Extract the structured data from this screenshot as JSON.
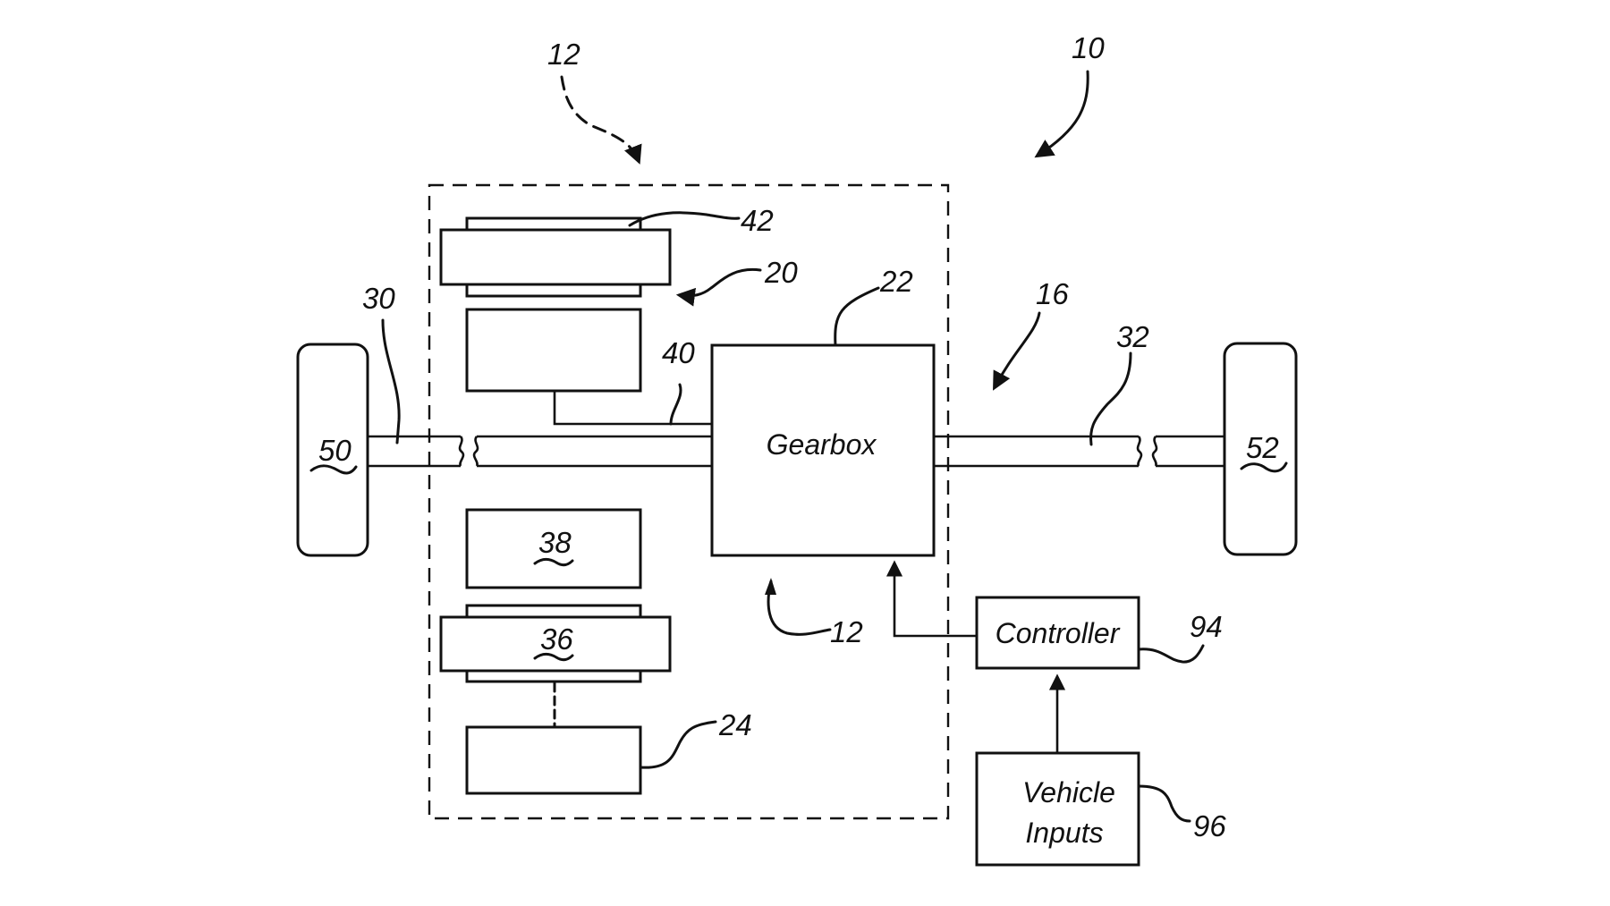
{
  "figure": {
    "system_ref": "10",
    "powertrain_ref": "12",
    "powertrain_ref_lower": "12",
    "axle_ref": "16",
    "machine_ref": "20",
    "gearbox_ref": "22",
    "component_24_ref": "24",
    "left_shaft_ref": "30",
    "right_shaft_ref": "32",
    "component_36_ref": "36",
    "component_38_ref": "38",
    "link_40_ref": "40",
    "component_42_ref": "42",
    "left_wheel_ref": "50",
    "right_wheel_ref": "52",
    "controller_ref": "94",
    "vehicle_inputs_ref": "96"
  },
  "blocks": {
    "gearbox_label": "Gearbox",
    "controller_label": "Controller",
    "vehicle_inputs_line1": "Vehicle",
    "vehicle_inputs_line2": "Inputs"
  }
}
